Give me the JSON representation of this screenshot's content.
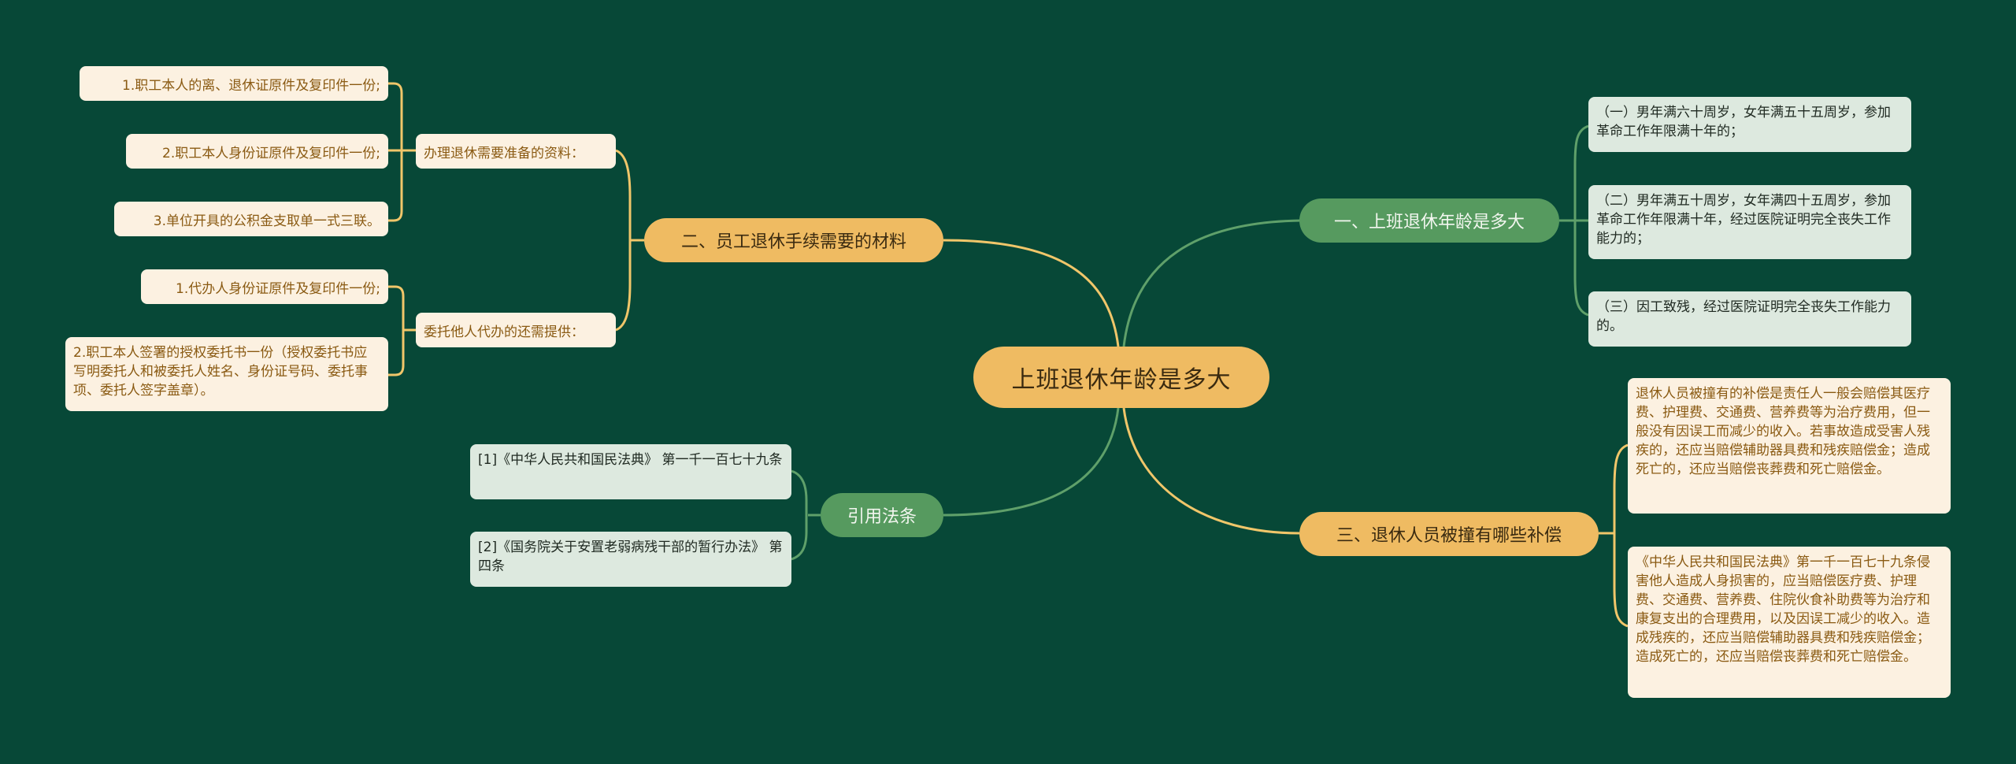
{
  "root": {
    "label": "上班退休年龄是多大"
  },
  "colors": {
    "background": "#074837",
    "gold": "#efbb62",
    "green": "#569a5f",
    "cream": "#fcf1e1",
    "mint": "#dde9df",
    "gold_line": "#f0c66a",
    "green_line": "#5fa06a"
  },
  "branches": {
    "b1": {
      "label": "一、上班退休年龄是多大",
      "children": [
        "（一）男年满六十周岁，女年满五十五周岁，参加革命工作年限满十年的；",
        "（二）男年满五十周岁，女年满四十五周岁，参加革命工作年限满十年，经过医院证明完全丧失工作能力的；",
        "（三）因工致残，经过医院证明完全丧失工作能力的。"
      ]
    },
    "b2": {
      "label": "二、员工退休手续需要的材料",
      "groups": [
        {
          "label": "办理退休需要准备的资料：",
          "children": [
            "1.职工本人的离、退休证原件及复印件一份;",
            "2.职工本人身份证原件及复印件一份;",
            "3.单位开具的公积金支取单一式三联。"
          ]
        },
        {
          "label": "委托他人代办的还需提供：",
          "children": [
            "1.代办人身份证原件及复印件一份;",
            "2.职工本人签署的授权委托书一份（授权委托书应写明委托人和被委托人姓名、身份证号码、委托事项、委托人签字盖章）。"
          ]
        }
      ]
    },
    "b3": {
      "label": "三、退休人员被撞有哪些补偿",
      "children": [
        "退休人员被撞有的补偿是责任人一般会赔偿其医疗费、护理费、交通费、营养费等为治疗费用，但一般没有因误工而减少的收入。若事故造成受害人残疾的，还应当赔偿辅助器具费和残疾赔偿金；造成死亡的，还应当赔偿丧葬费和死亡赔偿金。",
        "《中华人民共和国民法典》第一千一百七十九条侵害他人造成人身损害的，应当赔偿医疗费、护理费、交通费、营养费、住院伙食补助费等为治疗和康复支出的合理费用，以及因误工减少的收入。造成残疾的，还应当赔偿辅助器具费和残疾赔偿金；造成死亡的，还应当赔偿丧葬费和死亡赔偿金。"
      ]
    },
    "b4": {
      "label": "引用法条",
      "children": [
        "[1]《中华人民共和国民法典》 第一千一百七十九条",
        "[2]《国务院关于安置老弱病残干部的暂行办法》 第四条"
      ]
    }
  }
}
